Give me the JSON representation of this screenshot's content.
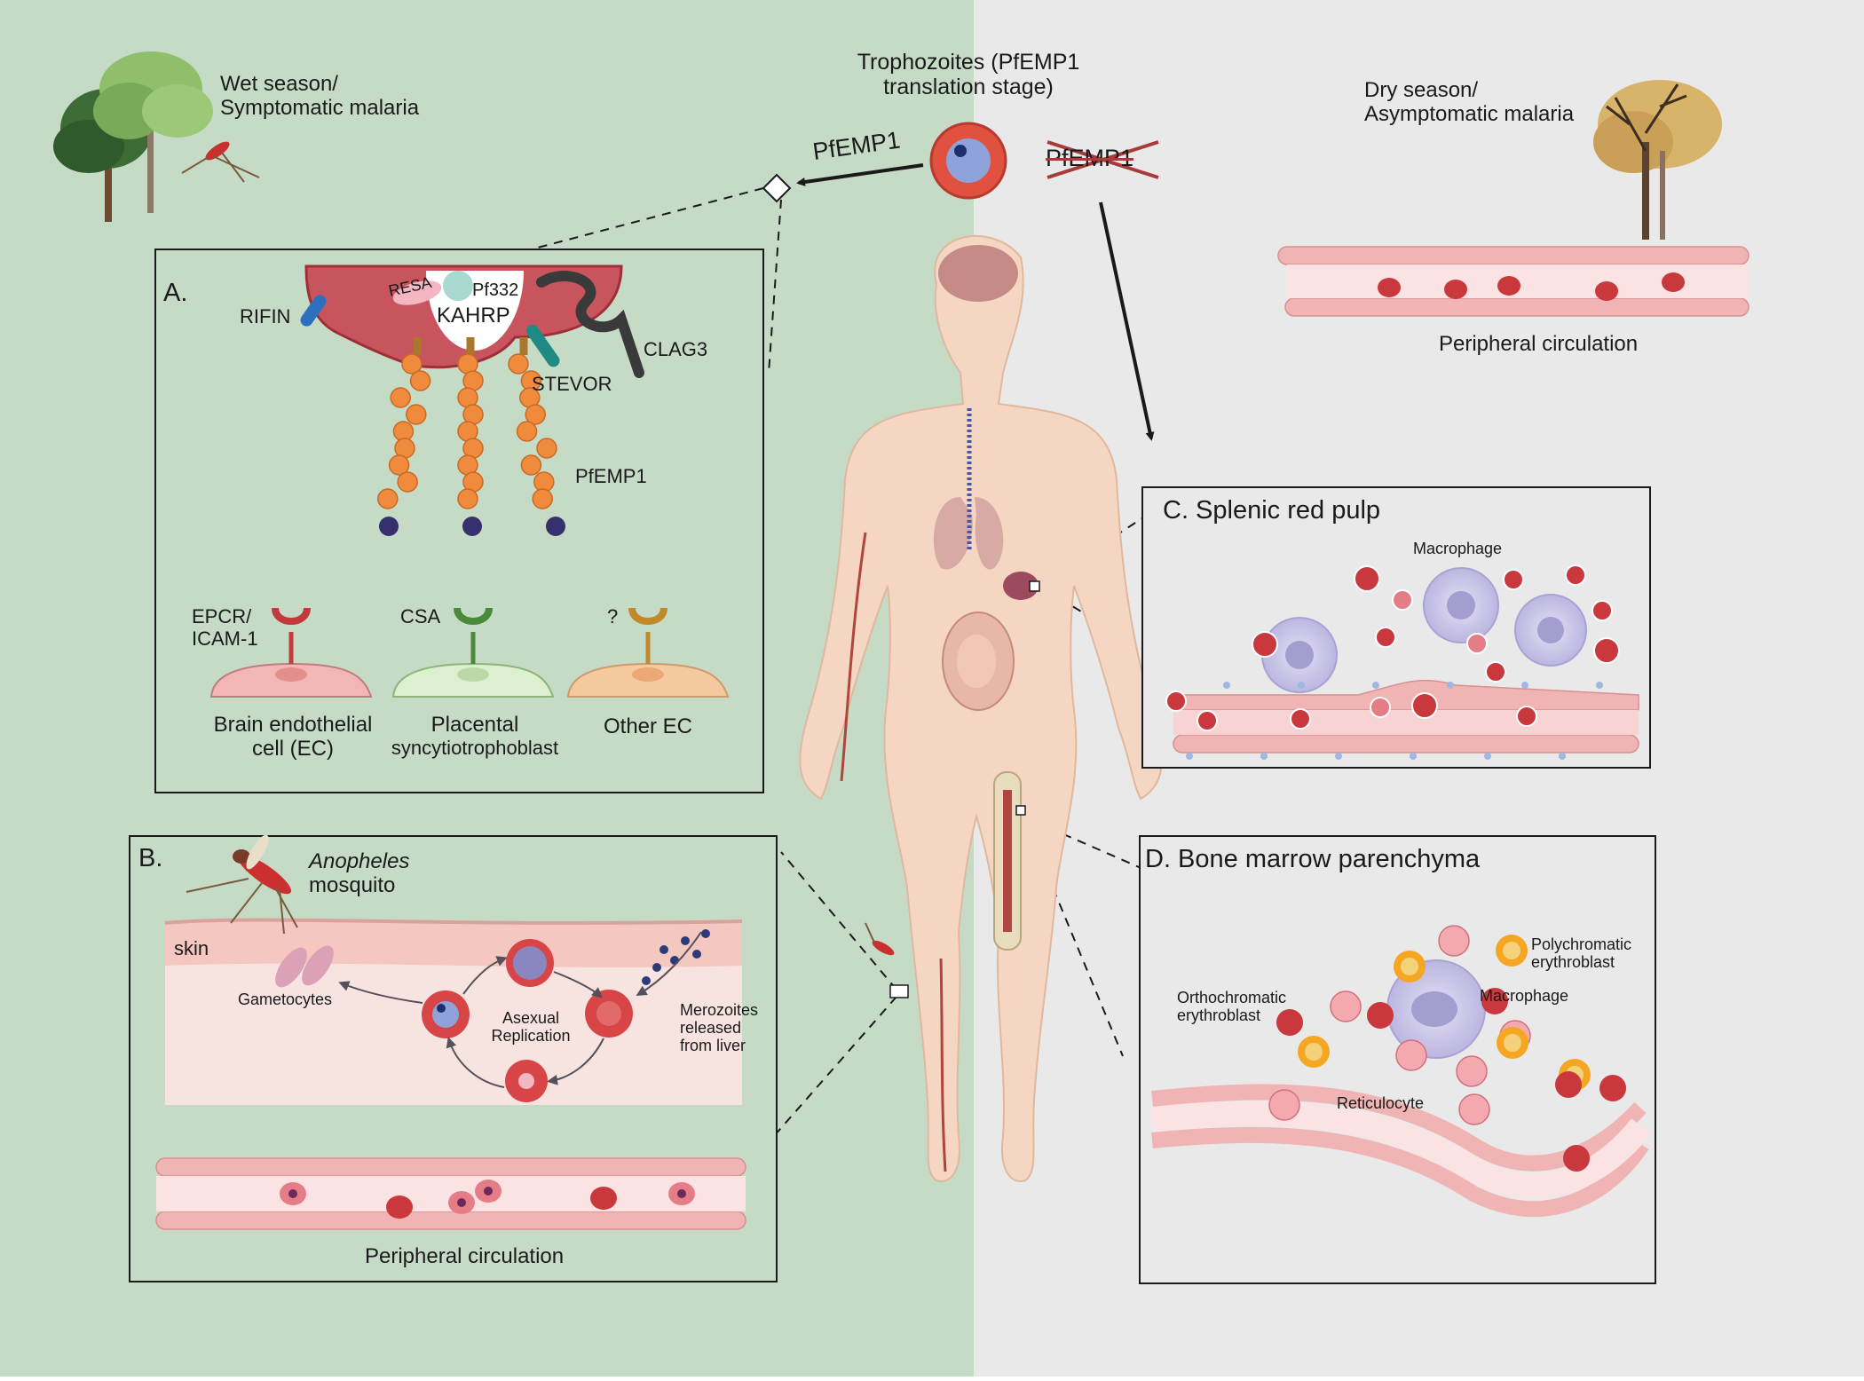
{
  "header": {
    "stage_line1": "Trophozoites (PfEMP1",
    "stage_line2": "translation stage)",
    "wet_line1": "Wet season/",
    "wet_line2": "Symptomatic malaria",
    "dry_line1": "Dry season/",
    "dry_line2": "Asymptomatic malaria",
    "pfemp1_expressed": "PfEMP1",
    "pfemp1_absent": "PfEMP1"
  },
  "panel_a": {
    "letter": "A.",
    "rifin": "RIFIN",
    "resa": "RESA",
    "pf332": "Pf332",
    "kahrp": "KAHRP",
    "clag3": "CLAG3",
    "stevor": "STEVOR",
    "pfemp1": "PfEMP1",
    "receptors": [
      {
        "receptor_line1": "EPCR/",
        "receptor_line2": "ICAM-1",
        "cell_line1": "Brain endothelial",
        "cell_line2": "cell (EC)"
      },
      {
        "receptor_line1": "CSA",
        "receptor_line2": "",
        "cell_line1": "Placental",
        "cell_line2": "syncytiotrophoblast"
      },
      {
        "receptor_line1": "?",
        "receptor_line2": "",
        "cell_line1": "Other EC",
        "cell_line2": ""
      }
    ]
  },
  "panel_b": {
    "letter": "B.",
    "mosquito_genus": "Anopheles",
    "mosquito_word": "mosquito",
    "skin": "skin",
    "gametocytes": "Gametocytes",
    "asexual_line1": "Asexual",
    "asexual_line2": "Replication",
    "merozoites_line1": "Merozoites",
    "merozoites_line2": "released",
    "merozoites_line3": "from liver",
    "circulation": "Peripheral circulation"
  },
  "panel_c": {
    "title": "C. Splenic red pulp",
    "macrophage": "Macrophage"
  },
  "panel_d": {
    "title": "D. Bone marrow parenchyma",
    "poly_line1": "Polychromatic",
    "poly_line2": "erythroblast",
    "ortho_line1": "Orthochromatic",
    "ortho_line2": "erythroblast",
    "macrophage": "Macrophage",
    "reticulocyte": "Reticulocyte"
  },
  "dry_circulation": "Peripheral circulation",
  "colors": {
    "wet_background": "#c5dbc6",
    "dry_background": "#e9e9e9",
    "rbc": "#c8383d",
    "vessel": "#f1b4b4",
    "pfemp1_bead": "#f08a3c",
    "macrophage": "#cfcbea",
    "body": "#f4d6c2"
  }
}
